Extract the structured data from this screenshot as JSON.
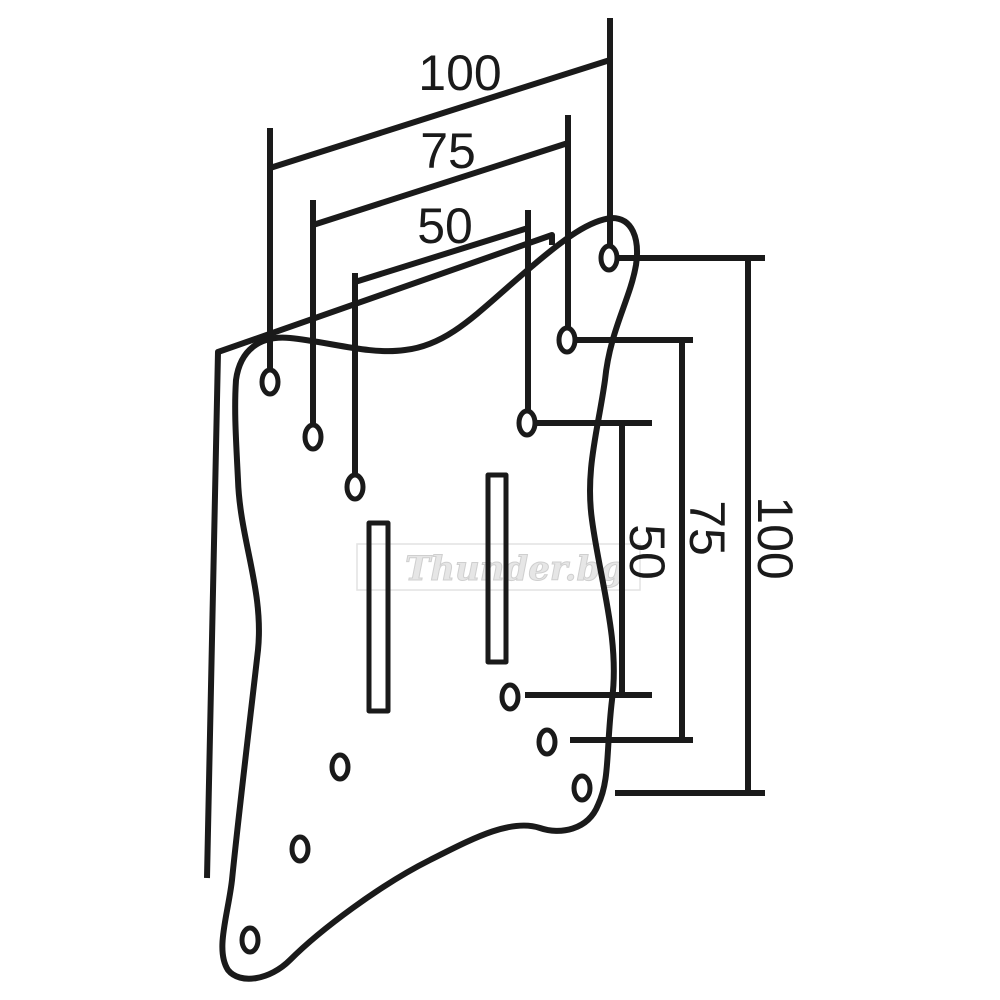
{
  "diagram": {
    "top_dimensions": [
      "100",
      "75",
      "50"
    ],
    "right_dimensions": [
      "100",
      "75",
      "50"
    ],
    "watermark": "Thunder.bg",
    "line_color": "#1a1a1a"
  }
}
